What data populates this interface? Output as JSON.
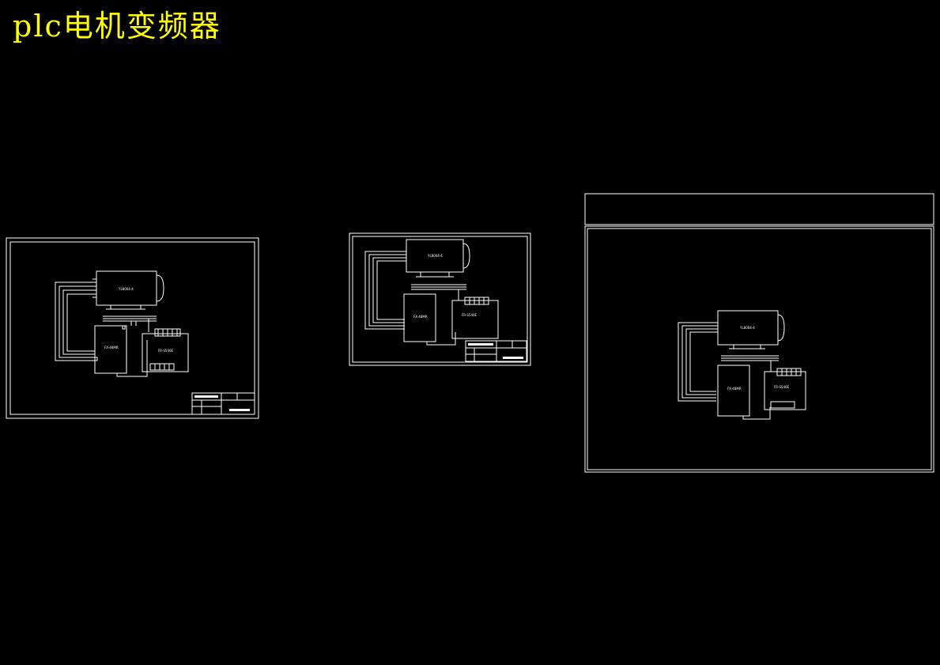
{
  "title": "plc电机变频器",
  "colors": {
    "background": "#000000",
    "title": "#ffff00",
    "lines": "#ffffff"
  },
  "sheets": [
    {
      "motor_label": "YL8004-4",
      "plc_label": "FX-48MR",
      "inverter_label": "FR-S540E"
    },
    {
      "motor_label": "YL8004-4",
      "plc_label": "FX-48MR",
      "inverter_label": "FR-S540E"
    },
    {
      "motor_label": "YL8004-4",
      "plc_label": "FX-48MR",
      "inverter_label": "FR-S540E"
    }
  ]
}
